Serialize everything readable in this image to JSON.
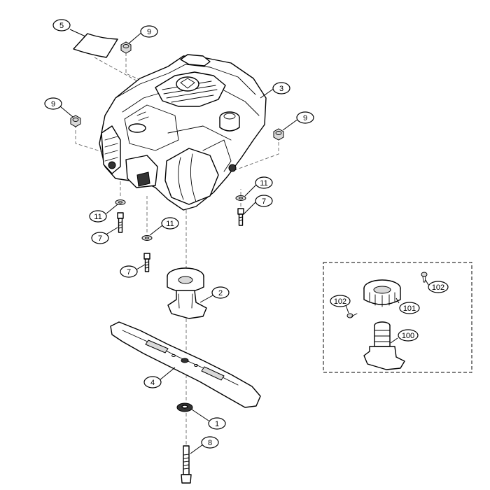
{
  "diagram": {
    "callouts": {
      "c5": "5",
      "c9a": "9",
      "c9b": "9",
      "c9c": "9",
      "c3": "3",
      "c11a": "11",
      "c11b": "11",
      "c11c": "11",
      "c7a": "7",
      "c7b": "7",
      "c7c": "7",
      "c2": "2",
      "c4": "4",
      "c1": "1",
      "c8": "8",
      "c102a": "102",
      "c102b": "102",
      "c101": "101",
      "c100": "100"
    }
  }
}
